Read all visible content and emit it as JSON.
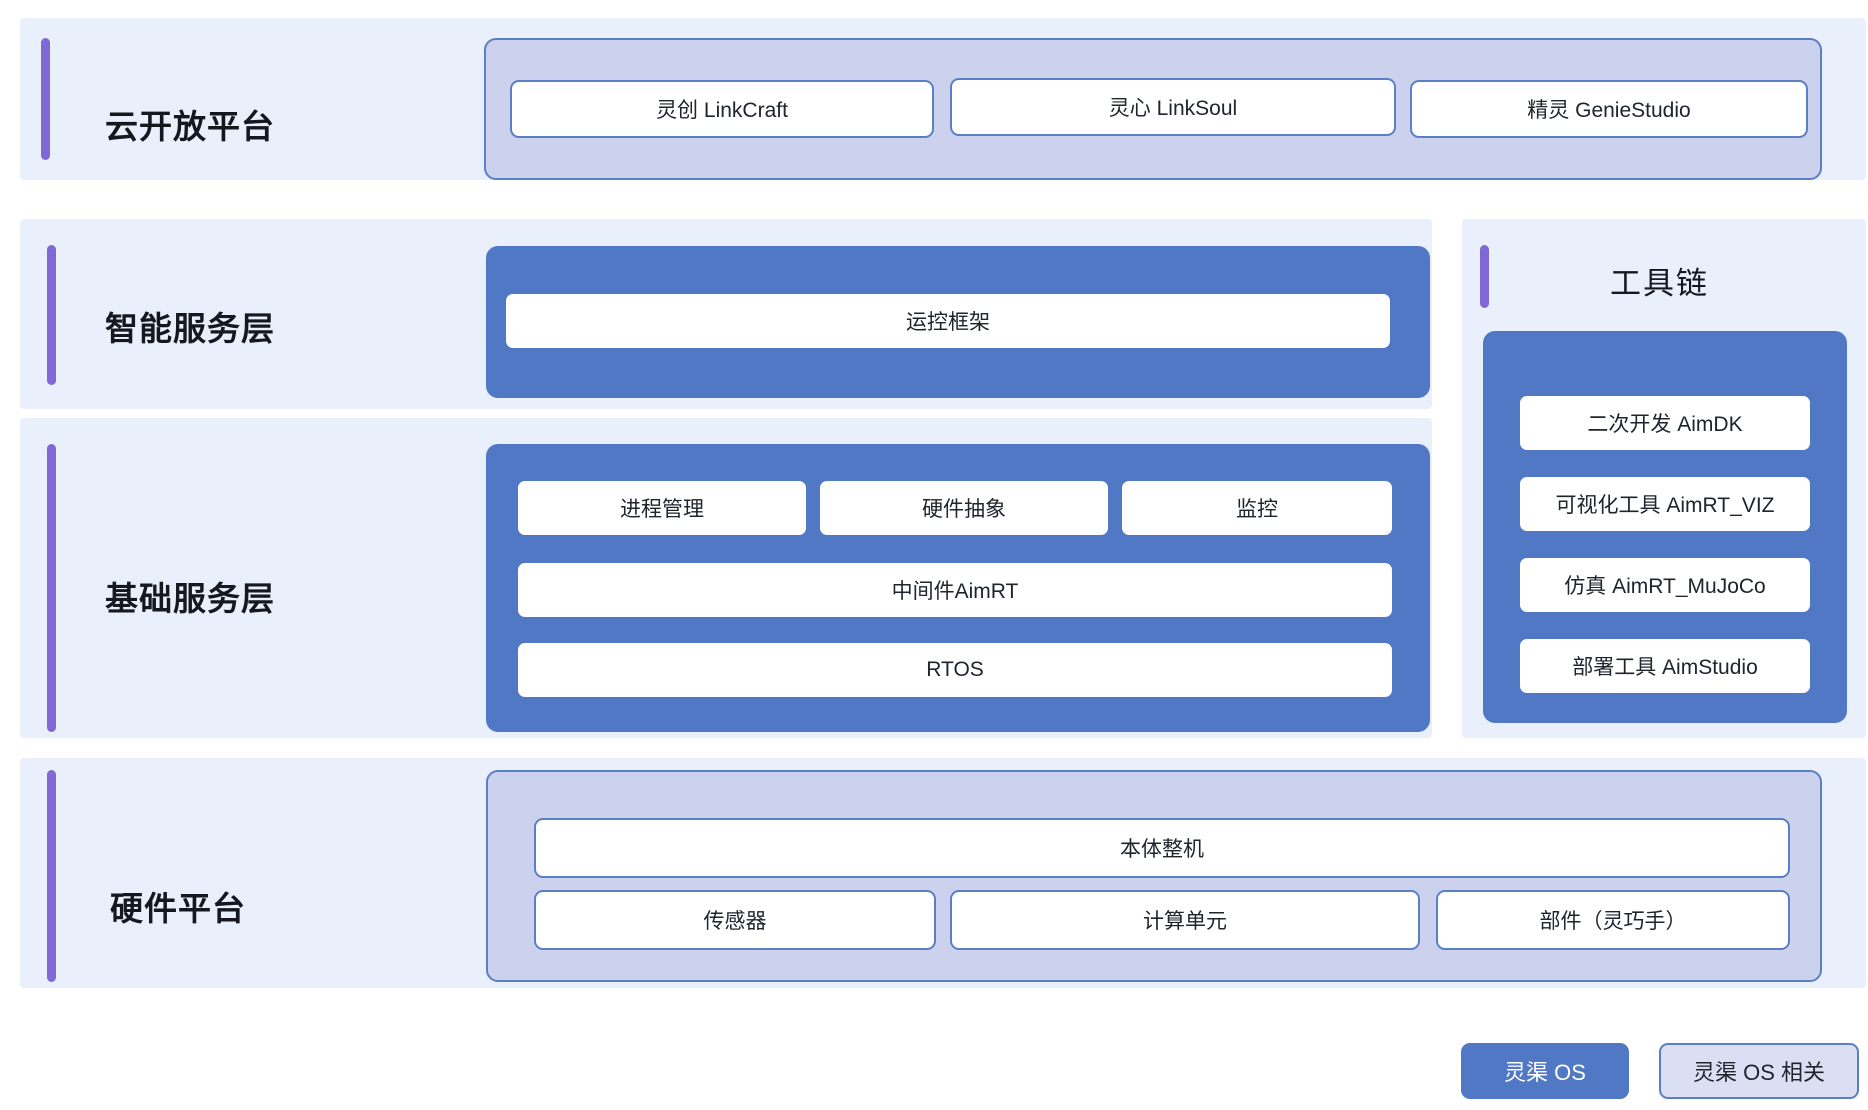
{
  "diagram": {
    "title_hidden": "",
    "colors": {
      "layer_band": "#eaf0fb",
      "accent_purple": "#8069d6",
      "os_blue": "#5178c4",
      "os_related_lavender": "#ccd2ee",
      "border_blue": "#5a7fc4",
      "chip_white": "#ffffff",
      "text_dark": "#20242d"
    }
  },
  "layers": [
    {
      "id": "cloud-open-platform",
      "title": "云开放平台",
      "group_kind": "os-related",
      "items": [
        "灵创 LinkCraft",
        "灵心 LinkSoul",
        "精灵 GenieStudio"
      ]
    },
    {
      "id": "intelligent-service-layer",
      "title": "智能服务层",
      "group_kind": "os",
      "items": [
        "运控框架"
      ]
    },
    {
      "id": "basic-service-layer",
      "title": "基础服务层",
      "group_kind": "os",
      "row_a": [
        "进程管理",
        "硬件抽象",
        "监控"
      ],
      "row_b": "中间件AimRT",
      "row_c": "RTOS"
    },
    {
      "id": "hardware-platform",
      "title": "硬件平台",
      "group_kind": "os-related",
      "row_a": "本体整机",
      "row_b": [
        "传感器",
        "计算单元",
        "部件（灵巧手）"
      ]
    }
  ],
  "toolchain": {
    "title": "工具链",
    "items": [
      "二次开发 AimDK",
      "可视化工具 AimRT_VIZ",
      "仿真 AimRT_MuJoCo",
      "部署工具 AimStudio"
    ]
  },
  "legend": {
    "os_label": "灵渠 OS",
    "os_related_label": "灵渠 OS 相关"
  }
}
